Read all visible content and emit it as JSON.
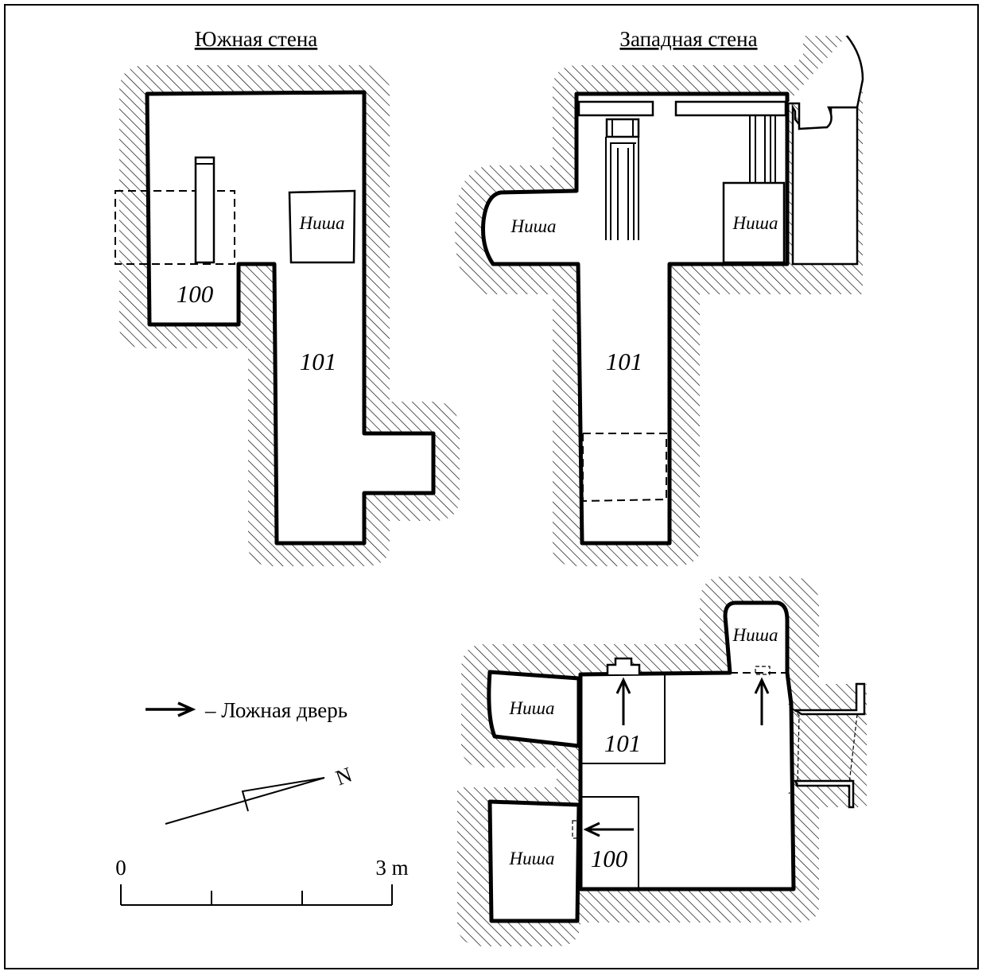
{
  "titles": {
    "south_wall": "Южная стена",
    "west_wall": "Западная стена"
  },
  "rooms": {
    "south_100": "100",
    "south_101": "101",
    "west_101": "101",
    "plan_101": "101",
    "plan_100": "100"
  },
  "niche_label": "Ниша",
  "legend": {
    "false_door": "– Ложная дверь",
    "arrow_icon": "arrow-right-icon"
  },
  "north_arrow": {
    "letter": "N"
  },
  "scale": {
    "start": "0",
    "end": "3 m"
  },
  "colors": {
    "ink": "#000000",
    "paper": "#ffffff"
  }
}
